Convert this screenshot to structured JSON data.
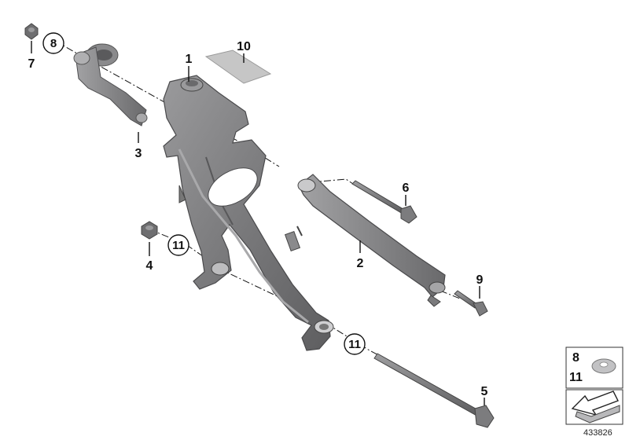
{
  "callouts": {
    "c1": "1",
    "c2": "2",
    "c3": "3",
    "c4": "4",
    "c5": "5",
    "c6": "6",
    "c7": "7",
    "c8": "8",
    "c9": "9",
    "c10": "10",
    "c11a": "11",
    "c11b": "11"
  },
  "legend": {
    "item_8": "8",
    "item_11": "11"
  },
  "diagram_number": "433826",
  "colors": {
    "part_dark": "#6f6f71",
    "part_mid": "#8c8c8e",
    "part_light": "#b4b4b6",
    "label_plate": "#c8c8c8"
  }
}
